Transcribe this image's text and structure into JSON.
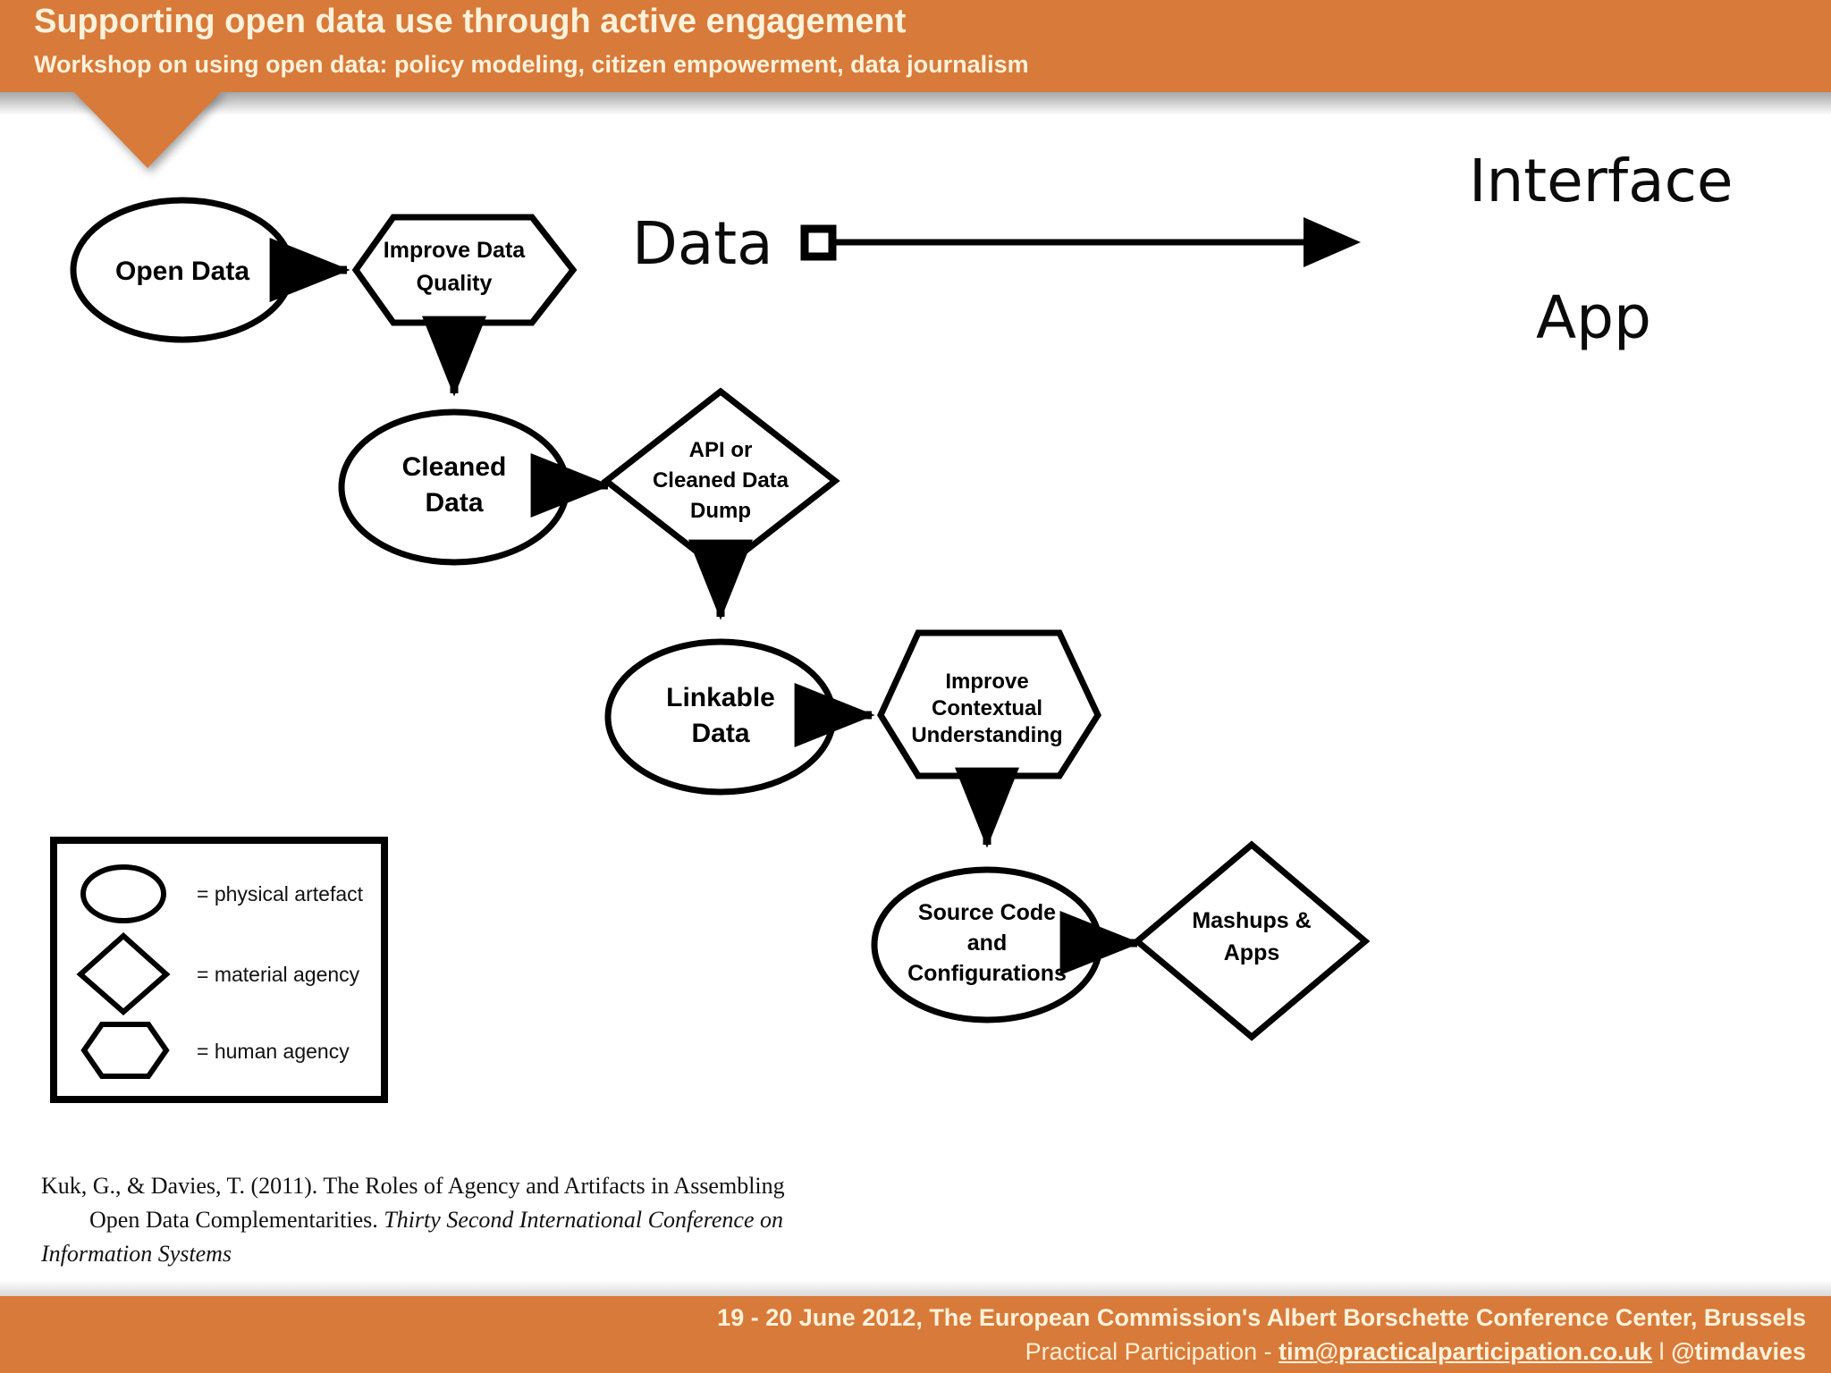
{
  "header": {
    "title": "Supporting open data use through active engagement",
    "subtitle": "Workshop on using open data: policy modeling, citizen empowerment, data journalism",
    "background_color": "#D87A3A",
    "text_color": "#FCF2DB"
  },
  "diagram": {
    "nodes": {
      "open_data": "Open Data",
      "improve_data_quality_line1": "Improve Data",
      "improve_data_quality_line2": "Quality",
      "cleaned_data_line1": "Cleaned",
      "cleaned_data_line2": "Data",
      "api_dump_line1": "API or",
      "api_dump_line2": "Cleaned Data",
      "api_dump_line3": "Dump",
      "linkable_data_line1": "Linkable",
      "linkable_data_line2": "Data",
      "improve_context_line1": "Improve",
      "improve_context_line2": "Contextual",
      "improve_context_line3": "Understanding",
      "source_code_line1": "Source Code",
      "source_code_line2": "and",
      "source_code_line3": "Configurations",
      "mashups_line1": "Mashups &",
      "mashups_line2": "Apps"
    },
    "annotations": {
      "data": "Data",
      "interface": "Interface",
      "app": "App"
    },
    "legend": {
      "items": [
        {
          "shape": "ellipse",
          "label": "= physical artefact"
        },
        {
          "shape": "diamond",
          "label": "= material agency"
        },
        {
          "shape": "hexagon",
          "label": "= human agency"
        }
      ]
    }
  },
  "citation": {
    "line1": "Kuk, G., & Davies, T. (2011). The Roles of Agency and Artifacts in Assembling",
    "line2_plain": "Open Data Complementarities. ",
    "line2_italic": "Thirty Second International Conference on",
    "line3_italic": "Information Systems"
  },
  "footer": {
    "line1": "19 - 20 June 2012, The European Commission's Albert Borschette Conference Center, Brussels",
    "line2_prefix": "Practical Participation - ",
    "line2_email": "tim@practicalparticipation.co.uk",
    "line2_separator": " l ",
    "line2_handle": "@timdavies",
    "background_color": "#D87A3A"
  }
}
